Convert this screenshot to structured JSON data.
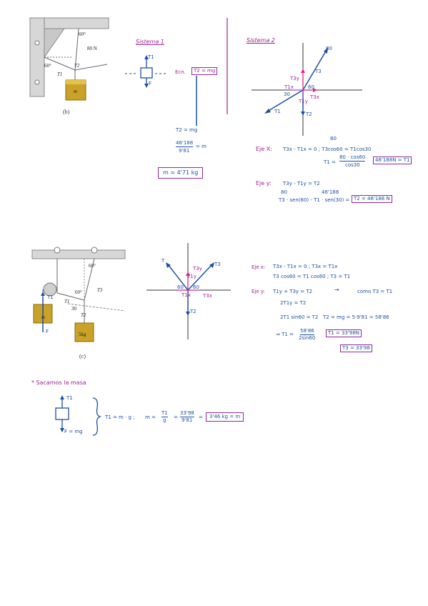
{
  "fig_b": {
    "caption": "(b)",
    "angle_top": "60°",
    "force": "80 N",
    "angle_left": "60°",
    "t1": "T1",
    "t2": "T2",
    "mass": "m"
  },
  "sistema1": {
    "title": "Sistema 1",
    "t1": "T1",
    "f": "F",
    "eqn_label": "Ecn.",
    "eqn_box": "T2 = mg",
    "eq1": "T2 = mg",
    "frac_num": "46'188",
    "frac_den": "9'81",
    "eq_m": "= m",
    "result": "m = 4'71 kg"
  },
  "sistema2": {
    "title": "Sistema 2",
    "t3": "T3",
    "t1": "T1",
    "t2": "T2",
    "t3y": "T3y",
    "t1y": "T1y",
    "t1x": "T1x",
    "t3x": "T3x",
    "f80": "80",
    "a30": "30",
    "a60": "60"
  },
  "eje_x": {
    "label": "Eje X:",
    "eq": "T3x - T1x = 0 ; T3cos60 = T1cos30",
    "sup": "80",
    "sol": "T1 =",
    "num": "80 · cos60",
    "den": "cos30",
    "result": "46'188N = T1"
  },
  "eje_y": {
    "label": "Eje y:",
    "eq": "T3y - T1y = T2",
    "sup1": "80",
    "sup2": "46'188",
    "eq2": "T3 · sen(60) - T1 · sen(30) =",
    "result": "T2 = 46'188 N"
  },
  "fig_c": {
    "caption": "(c)",
    "angle1": "60°",
    "angle2": "60°",
    "t1": "T1",
    "t2": "T2",
    "t3": "T3",
    "a30": "30",
    "mass1": "m",
    "mass2": "5kg",
    "f": "F",
    "t1arrow": "T1"
  },
  "diagram2": {
    "t": "T",
    "t3": "T3",
    "t2": "T2",
    "t1y": "T1y",
    "t3y": "T3y",
    "t1x": "T1x",
    "t3x": "T3x",
    "a60a": "60",
    "a60b": "60"
  },
  "sys_c": {
    "ejex_label": "Eje x:",
    "ejex_eq": "T3x - T1x = 0 ; T3x = T1x",
    "ejex_eq2": "T3 cos60 = T1 cos60 ; T3 = T1",
    "ejey_label": "Eje y:",
    "ejey_eq": "T1y + T3y = T2",
    "ejey_arrow": "→",
    "ejey_note": "como T3 = T1",
    "l1": "2T1y = T2",
    "l2": "2T1 sin60 = T2",
    "brace_eq": "T2 = mg = 5·9'81 = 58'86",
    "l3": "⇒ T1 =",
    "l3num": "58'86",
    "l3den": "2sin60",
    "r1": "T1 = 33'98N",
    "r2": "T3 = 33'98"
  },
  "masa": {
    "title": "* Sacamos la masa",
    "t1": "T1",
    "f": "F = mg",
    "eq1": "T1 = m · g ;",
    "eq2": "m =",
    "num": "T1",
    "den": "g",
    "eq3": "=",
    "num2": "33'98",
    "den2": "9'81",
    "eq4": "=",
    "result": "3'46 kg = m"
  }
}
